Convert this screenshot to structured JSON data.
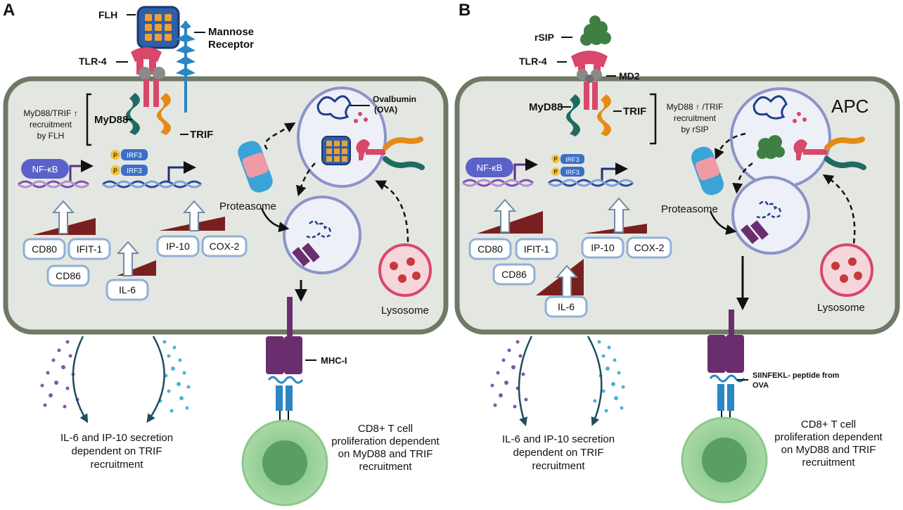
{
  "panels": [
    {
      "letter": "A",
      "ligand": "FLH",
      "tlr": "TLR-4",
      "mannose_receptor": [
        "Mannose",
        "Receptor"
      ],
      "myd88": "MyD88",
      "trif": "TRIF",
      "recruitment_note": [
        "MyD88/TRIF ↑",
        "recruitment",
        "by FLH"
      ],
      "ovalbumin": [
        "Ovalbumin",
        "(OVA)"
      ],
      "nfkb": "NF-κB",
      "irf3": "IRF3",
      "p": "P",
      "proteasome": "Proteasome",
      "lysosome": "Lysosome",
      "markers": [
        "CD80",
        "IFIT-1",
        "CD86",
        "IL-6",
        "IP-10",
        "COX-2"
      ],
      "mhc": "MHC-I",
      "secretion": [
        "IL-6 and IP-10 secretion",
        "dependent on TRIF",
        "recruitment"
      ],
      "tcell": [
        "CD8+ T cell",
        "proliferation dependent",
        "on MyD88 and TRIF",
        "recruitment"
      ]
    },
    {
      "letter": "B",
      "ligand": "rSIP",
      "tlr": "TLR-4",
      "md2": "MD2",
      "myd88": "MyD88",
      "trif": "TRIF",
      "recruitment_note": [
        "MyD88 ↑ /TRIF",
        "recruitment",
        "by rSIP"
      ],
      "apc": "APC",
      "nfkb": "NF-κB",
      "irf3": "IRF3",
      "p": "P",
      "proteasome": "Proteasome",
      "lysosome": "Lysosome",
      "markers": [
        "CD80",
        "IFIT-1",
        "CD86",
        "IL-6",
        "IP-10",
        "COX-2"
      ],
      "peptide": [
        "SIINFEKL- peptide from",
        "OVA"
      ],
      "secretion": [
        "IL-6 and IP-10 secretion",
        "dependent on TRIF",
        "recruitment"
      ],
      "tcell": [
        "CD8+ T cell",
        "proliferation dependent",
        "on MyD88 and TRIF",
        "recruitment"
      ]
    }
  ],
  "colors": {
    "cell_fill": "#e4e7e1",
    "cell_border": "#6f7a66",
    "tlr": "#d9476a",
    "myd88": "#1f6b61",
    "trif": "#e58a17",
    "irf3": "#3b6fc9",
    "nfkb": "#5a62c9",
    "mhc": "#6a2d6e",
    "tcell": "#9bd09b",
    "wedge": "#7a1f1f"
  }
}
